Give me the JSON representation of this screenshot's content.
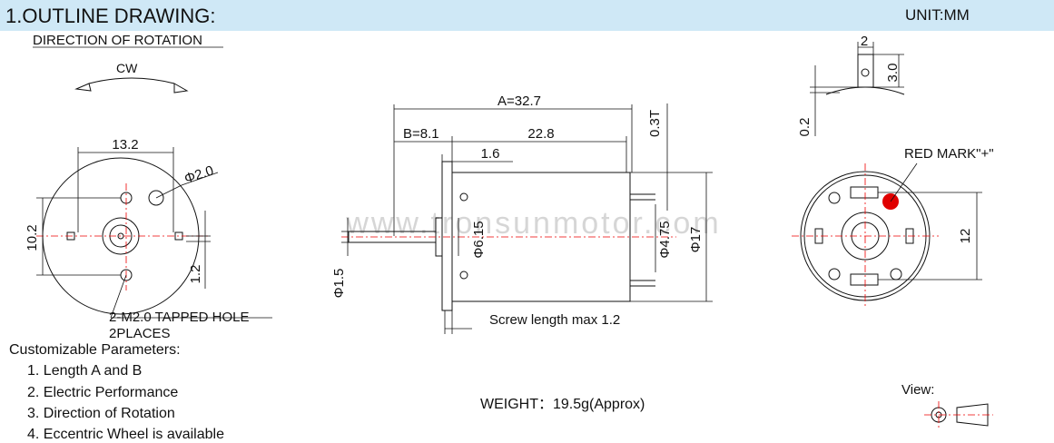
{
  "header": {
    "title": "1.OUTLINE DRAWING:",
    "unit": "UNIT:MM",
    "background": "#cfe8f6"
  },
  "rotation": {
    "title": "DIRECTION OF ROTATION",
    "direction": "CW"
  },
  "front_view": {
    "dims": {
      "width": "13.2",
      "hole": "Φ2.0",
      "height": "10.2",
      "offset": "1.2"
    },
    "note_line1": "2-M2.0 TAPPED HOLE",
    "note_line2": "2PLACES"
  },
  "side_view": {
    "dims": {
      "A": "A=32.7",
      "B": "B=8.1",
      "body": "22.8",
      "shaft_step": "1.6",
      "thickness": "0.3T",
      "boss": "Φ6.15",
      "bearing": "Φ4.75",
      "body_dia": "Φ17",
      "shaft": "Φ1.5"
    },
    "screw_note": "Screw length max 1.2"
  },
  "terminal_view": {
    "dims": {
      "width": "2",
      "height": "3.0",
      "gap": "0.2"
    }
  },
  "rear_view": {
    "red_mark": "RED MARK\"+\"",
    "spacing": "12",
    "mark_color": "#e00000"
  },
  "watermark": "www.tronsunmotor.com",
  "parameters": {
    "title": "Customizable Parameters:",
    "items": [
      "1. Length A and B",
      "2. Electric Performance",
      "3. Direction of Rotation",
      "4. Eccentric Wheel is available"
    ]
  },
  "weight": "WEIGHT：19.5g(Approx)",
  "view_label": "View:"
}
